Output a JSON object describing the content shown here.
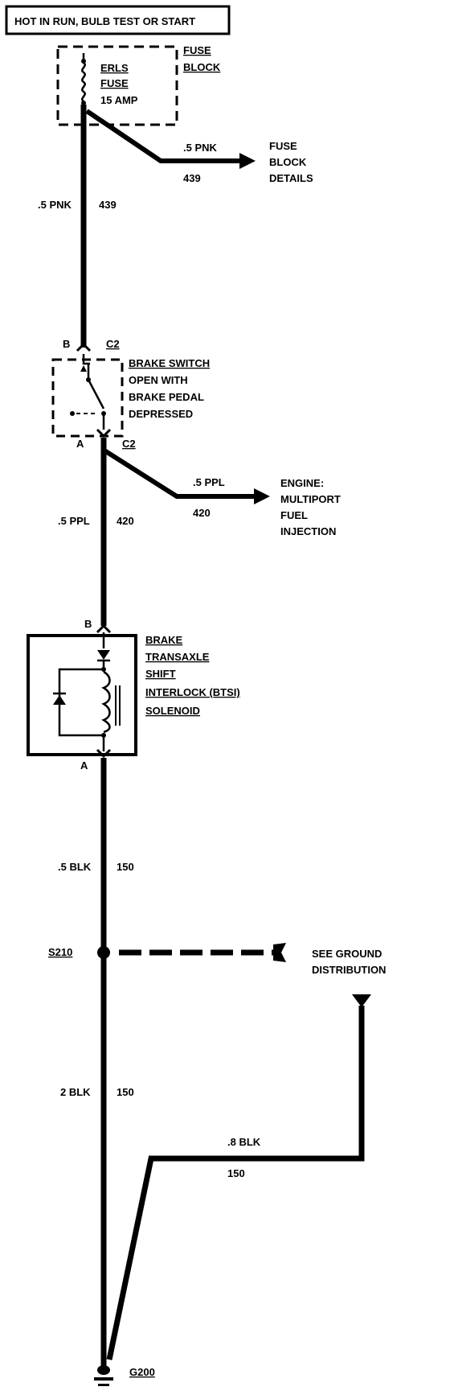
{
  "header": {
    "power_label": "HOT IN RUN, BULB TEST OR START"
  },
  "fuse_block": {
    "title_line1": "FUSE",
    "title_line2": "BLOCK",
    "fuse_name1": "ERLS",
    "fuse_name2": "FUSE",
    "fuse_rating": "15 AMP",
    "branch_wire": ".5 PNK",
    "branch_circuit": "439",
    "branch_dest_line1": "FUSE",
    "branch_dest_line2": "BLOCK",
    "branch_dest_line3": "DETAILS"
  },
  "wire_439": {
    "size_color": ".5 PNK",
    "circuit": "439"
  },
  "brake_switch": {
    "terminal_top": "B",
    "connector_top": "C2",
    "terminal_bottom": "A",
    "connector_bottom": "C2",
    "label_line1": "BRAKE SWITCH",
    "label_line2": "OPEN WITH",
    "label_line3": "BRAKE PEDAL",
    "label_line4": "DEPRESSED"
  },
  "ppl_branch": {
    "wire": ".5 PPL",
    "circuit": "420",
    "dest_line1": "ENGINE:",
    "dest_line2": "MULTIPORT",
    "dest_line3": "FUEL",
    "dest_line4": "INJECTION"
  },
  "wire_420": {
    "size_color": ".5 PPL",
    "circuit": "420"
  },
  "solenoid": {
    "terminal_top": "B",
    "terminal_bottom": "A",
    "label_line1": "BRAKE",
    "label_line2": "TRANSAXLE",
    "label_line3": "SHIFT",
    "label_line4": "INTERLOCK (BTSI)",
    "label_line5": "SOLENOID"
  },
  "wire_150_a": {
    "size_color": ".5 BLK",
    "circuit": "150"
  },
  "splice": {
    "name": "S210",
    "ref_line1": "SEE GROUND",
    "ref_line2": "DISTRIBUTION"
  },
  "wire_150_b": {
    "size_color": "2 BLK",
    "circuit": "150"
  },
  "wire_150_c": {
    "size_color": ".8 BLK",
    "circuit": "150"
  },
  "ground": {
    "name": "G200"
  },
  "colors": {
    "ink": "#000000",
    "paper": "#ffffff"
  }
}
